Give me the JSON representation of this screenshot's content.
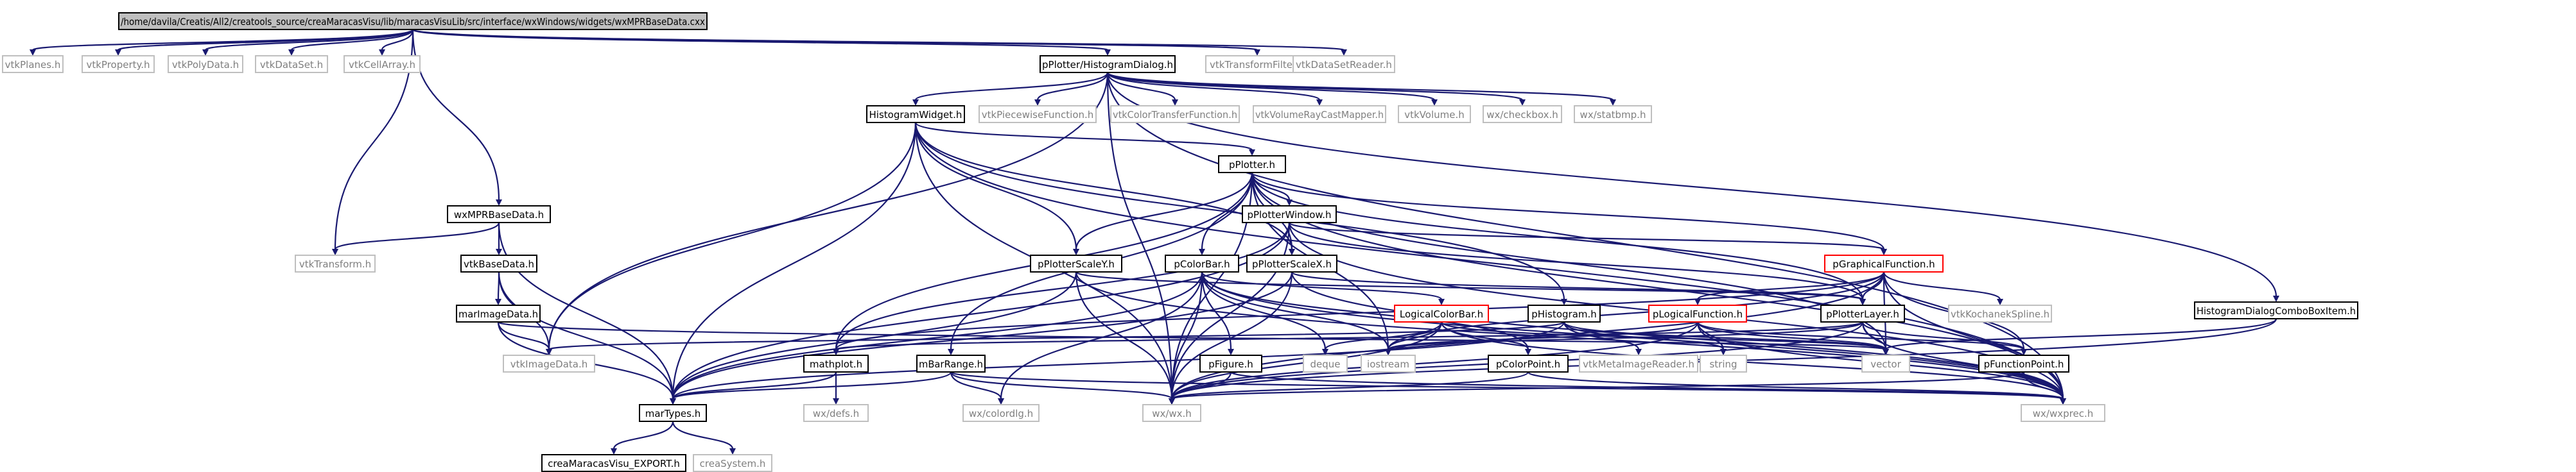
{
  "diagram": {
    "colors": {
      "edge": "#191970",
      "root_fill": "#bfbfbf",
      "node_border": "#000000",
      "missing_border": "#bfbfbf",
      "warn_border": "#ff0000",
      "text": "#000000",
      "missing_text": "#7f7f7f"
    },
    "nodes": [
      {
        "id": "root",
        "label": "/home/davila/Creatis/All2/creatools_source/creaMaracasVisu/lib/maracasVisuLib/src/interface/wxWindows/widgets/wxMPRBaseData.cxx",
        "kind": "root"
      },
      {
        "id": "vtkPlanes",
        "label": "vtkPlanes.h",
        "kind": "missing"
      },
      {
        "id": "vtkProperty",
        "label": "vtkProperty.h",
        "kind": "missing"
      },
      {
        "id": "vtkPolyData",
        "label": "vtkPolyData.h",
        "kind": "missing"
      },
      {
        "id": "vtkDataSet",
        "label": "vtkDataSet.h",
        "kind": "missing"
      },
      {
        "id": "vtkCellArray",
        "label": "vtkCellArray.h",
        "kind": "missing"
      },
      {
        "id": "pPlotterHistogramDialog",
        "label": "pPlotter/HistogramDialog.h",
        "kind": "normal"
      },
      {
        "id": "vtkTransformFilter",
        "label": "vtkTransformFilter.h",
        "kind": "missing"
      },
      {
        "id": "vtkDataSetReader",
        "label": "vtkDataSetReader.h",
        "kind": "missing"
      },
      {
        "id": "HistogramWidget",
        "label": "HistogramWidget.h",
        "kind": "normal"
      },
      {
        "id": "vtkPiecewiseFunction",
        "label": "vtkPiecewiseFunction.h",
        "kind": "missing"
      },
      {
        "id": "vtkColorTransferFunction",
        "label": "vtkColorTransferFunction.h",
        "kind": "missing"
      },
      {
        "id": "vtkVolumeRayCastMapper",
        "label": "vtkVolumeRayCastMapper.h",
        "kind": "missing"
      },
      {
        "id": "vtkVolume",
        "label": "vtkVolume.h",
        "kind": "missing"
      },
      {
        "id": "wxcheckbox",
        "label": "wx/checkbox.h",
        "kind": "missing"
      },
      {
        "id": "wxstatbmp",
        "label": "wx/statbmp.h",
        "kind": "missing"
      },
      {
        "id": "pPlotter",
        "label": "pPlotter.h",
        "kind": "normal"
      },
      {
        "id": "wxMPRBaseData",
        "label": "wxMPRBaseData.h",
        "kind": "normal"
      },
      {
        "id": "pPlotterWindow",
        "label": "pPlotterWindow.h",
        "kind": "normal"
      },
      {
        "id": "vtkTransform",
        "label": "vtkTransform.h",
        "kind": "missing"
      },
      {
        "id": "vtkBaseData",
        "label": "vtkBaseData.h",
        "kind": "normal"
      },
      {
        "id": "pPlotterScaleY",
        "label": "pPlotterScaleY.h",
        "kind": "normal"
      },
      {
        "id": "pColorBar",
        "label": "pColorBar.h",
        "kind": "normal"
      },
      {
        "id": "pPlotterScaleX",
        "label": "pPlotterScaleX.h",
        "kind": "normal"
      },
      {
        "id": "pGraphicalFunction",
        "label": "pGraphicalFunction.h",
        "kind": "warn"
      },
      {
        "id": "HistogramDialogComboBoxItem",
        "label": "HistogramDialogComboBoxItem.h",
        "kind": "normal"
      },
      {
        "id": "LogicalColorBar",
        "label": "LogicalColorBar.h",
        "kind": "warn"
      },
      {
        "id": "pHistogram",
        "label": "pHistogram.h",
        "kind": "normal"
      },
      {
        "id": "pLogicalFunction",
        "label": "pLogicalFunction.h",
        "kind": "warn"
      },
      {
        "id": "pPlotterLayer",
        "label": "pPlotterLayer.h",
        "kind": "normal"
      },
      {
        "id": "vtkKochanekSpline",
        "label": "vtkKochanekSpline.h",
        "kind": "missing"
      },
      {
        "id": "marImageData",
        "label": "marImageData.h",
        "kind": "normal"
      },
      {
        "id": "vtkImageData",
        "label": "vtkImageData.h",
        "kind": "missing"
      },
      {
        "id": "mathplot",
        "label": "mathplot.h",
        "kind": "normal"
      },
      {
        "id": "mBarRange",
        "label": "mBarRange.h",
        "kind": "normal"
      },
      {
        "id": "pFigure",
        "label": "pFigure.h",
        "kind": "normal"
      },
      {
        "id": "deque",
        "label": "deque",
        "kind": "missing"
      },
      {
        "id": "iostream",
        "label": "iostream",
        "kind": "missing"
      },
      {
        "id": "pColorPoint",
        "label": "pColorPoint.h",
        "kind": "normal"
      },
      {
        "id": "vtkMetaImageReader",
        "label": "vtkMetaImageReader.h",
        "kind": "missing"
      },
      {
        "id": "string",
        "label": "string",
        "kind": "missing"
      },
      {
        "id": "vector",
        "label": "vector",
        "kind": "missing"
      },
      {
        "id": "pFunctionPoint",
        "label": "pFunctionPoint.h",
        "kind": "normal"
      },
      {
        "id": "marTypes",
        "label": "marTypes.h",
        "kind": "normal"
      },
      {
        "id": "wxdefs",
        "label": "wx/defs.h",
        "kind": "missing"
      },
      {
        "id": "wxcolordlg",
        "label": "wx/colordlg.h",
        "kind": "missing"
      },
      {
        "id": "wxwx",
        "label": "wx/wx.h",
        "kind": "missing"
      },
      {
        "id": "wxwxprec",
        "label": "wx/wxprec.h",
        "kind": "missing"
      },
      {
        "id": "creaMaracasVisu_EXPORT",
        "label": "creaMaracasVisu_EXPORT.h",
        "kind": "normal"
      },
      {
        "id": "creaSystem",
        "label": "creaSystem.h",
        "kind": "missing"
      }
    ],
    "edges": [
      [
        "root",
        "vtkPlanes"
      ],
      [
        "root",
        "vtkProperty"
      ],
      [
        "root",
        "vtkPolyData"
      ],
      [
        "root",
        "vtkDataSet"
      ],
      [
        "root",
        "vtkCellArray"
      ],
      [
        "root",
        "pPlotterHistogramDialog"
      ],
      [
        "root",
        "vtkTransformFilter"
      ],
      [
        "root",
        "vtkDataSetReader"
      ],
      [
        "root",
        "wxMPRBaseData"
      ],
      [
        "root",
        "vtkTransform"
      ],
      [
        "pPlotterHistogramDialog",
        "HistogramWidget"
      ],
      [
        "pPlotterHistogramDialog",
        "vtkPiecewiseFunction"
      ],
      [
        "pPlotterHistogramDialog",
        "vtkColorTransferFunction"
      ],
      [
        "pPlotterHistogramDialog",
        "vtkVolumeRayCastMapper"
      ],
      [
        "pPlotterHistogramDialog",
        "vtkVolume"
      ],
      [
        "pPlotterHistogramDialog",
        "wxcheckbox"
      ],
      [
        "pPlotterHistogramDialog",
        "wxstatbmp"
      ],
      [
        "pPlotterHistogramDialog",
        "HistogramDialogComboBoxItem"
      ],
      [
        "pPlotterHistogramDialog",
        "vtkImageData"
      ],
      [
        "pPlotterHistogramDialog",
        "wxwx"
      ],
      [
        "pPlotterHistogramDialog",
        "wxwxprec"
      ],
      [
        "HistogramWidget",
        "pPlotter"
      ],
      [
        "HistogramWidget",
        "pHistogram"
      ],
      [
        "HistogramWidget",
        "vtkImageData"
      ],
      [
        "HistogramWidget",
        "marTypes"
      ],
      [
        "HistogramWidget",
        "pPlotterScaleY"
      ],
      [
        "HistogramWidget",
        "pPlotterScaleX"
      ],
      [
        "HistogramWidget",
        "wxwx"
      ],
      [
        "HistogramWidget",
        "wxwxprec"
      ],
      [
        "pPlotter",
        "pPlotterWindow"
      ],
      [
        "pPlotter",
        "pColorBar"
      ],
      [
        "pPlotter",
        "pPlotterScaleY"
      ],
      [
        "pPlotter",
        "pPlotterScaleX"
      ],
      [
        "pPlotter",
        "pGraphicalFunction"
      ],
      [
        "pPlotter",
        "mathplot"
      ],
      [
        "pPlotter",
        "mBarRange"
      ],
      [
        "pPlotter",
        "iostream"
      ],
      [
        "pPlotter",
        "wxwx"
      ],
      [
        "pPlotter",
        "wxwxprec"
      ],
      [
        "pPlotter",
        "pPlotterLayer"
      ],
      [
        "pPlotter",
        "vector"
      ],
      [
        "pPlotterWindow",
        "pPlotterLayer"
      ],
      [
        "pPlotterWindow",
        "mathplot"
      ],
      [
        "pPlotterWindow",
        "pGraphicalFunction"
      ],
      [
        "pPlotterWindow",
        "wxwx"
      ],
      [
        "pPlotterWindow",
        "wxwxprec"
      ],
      [
        "pPlotterWindow",
        "marTypes"
      ],
      [
        "wxMPRBaseData",
        "vtkBaseData"
      ],
      [
        "wxMPRBaseData",
        "vtkTransform"
      ],
      [
        "wxMPRBaseData",
        "marTypes"
      ],
      [
        "vtkBaseData",
        "marImageData"
      ],
      [
        "vtkBaseData",
        "vtkImageData"
      ],
      [
        "vtkBaseData",
        "marTypes"
      ],
      [
        "marImageData",
        "vtkImageData"
      ],
      [
        "marImageData",
        "marTypes"
      ],
      [
        "marImageData",
        "vector"
      ],
      [
        "pPlotterScaleY",
        "pPlotterLayer"
      ],
      [
        "pPlotterScaleY",
        "marTypes"
      ],
      [
        "pPlotterScaleY",
        "wxwx"
      ],
      [
        "pPlotterScaleY",
        "wxwxprec"
      ],
      [
        "pPlotterScaleX",
        "pPlotterLayer"
      ],
      [
        "pPlotterScaleX",
        "marTypes"
      ],
      [
        "pPlotterScaleX",
        "wxwx"
      ],
      [
        "pPlotterScaleX",
        "wxwxprec"
      ],
      [
        "pColorBar",
        "LogicalColorBar"
      ],
      [
        "pColorBar",
        "pFigure"
      ],
      [
        "pColorBar",
        "deque"
      ],
      [
        "pColorBar",
        "iostream"
      ],
      [
        "pColorBar",
        "pColorPoint"
      ],
      [
        "pColorBar",
        "marTypes"
      ],
      [
        "pColorBar",
        "wxcolordlg"
      ],
      [
        "pColorBar",
        "wxwx"
      ],
      [
        "pColorBar",
        "wxwxprec"
      ],
      [
        "pGraphicalFunction",
        "pLogicalFunction"
      ],
      [
        "pGraphicalFunction",
        "pPlotterLayer"
      ],
      [
        "pGraphicalFunction",
        "vtkKochanekSpline"
      ],
      [
        "pGraphicalFunction",
        "vector"
      ],
      [
        "pGraphicalFunction",
        "pFunctionPoint"
      ],
      [
        "pGraphicalFunction",
        "wxwx"
      ],
      [
        "pGraphicalFunction",
        "wxwxprec"
      ],
      [
        "pGraphicalFunction",
        "mathplot"
      ],
      [
        "pGraphicalFunction",
        "iostream"
      ],
      [
        "HistogramDialogComboBoxItem",
        "vector"
      ],
      [
        "HistogramDialogComboBoxItem",
        "wxwx"
      ],
      [
        "LogicalColorBar",
        "pColorPoint"
      ],
      [
        "LogicalColorBar",
        "deque"
      ],
      [
        "LogicalColorBar",
        "iostream"
      ],
      [
        "LogicalColorBar",
        "vector"
      ],
      [
        "LogicalColorBar",
        "wxwx"
      ],
      [
        "LogicalColorBar",
        "wxwxprec"
      ],
      [
        "pHistogram",
        "vtkImageData"
      ],
      [
        "pHistogram",
        "vtkMetaImageReader"
      ],
      [
        "pHistogram",
        "string"
      ],
      [
        "pHistogram",
        "vector"
      ],
      [
        "pHistogram",
        "marTypes"
      ],
      [
        "pLogicalFunction",
        "pFunctionPoint"
      ],
      [
        "pLogicalFunction",
        "iostream"
      ],
      [
        "pLogicalFunction",
        "string"
      ],
      [
        "pLogicalFunction",
        "vector"
      ],
      [
        "pLogicalFunction",
        "wxwx"
      ],
      [
        "pLogicalFunction",
        "wxwxprec"
      ],
      [
        "pPlotterLayer",
        "mathplot"
      ],
      [
        "pPlotterLayer",
        "pFunctionPoint"
      ],
      [
        "pPlotterLayer",
        "vector"
      ],
      [
        "pPlotterLayer",
        "wxwx"
      ],
      [
        "pPlotterLayer",
        "wxwxprec"
      ],
      [
        "pPlotterLayer",
        "iostream"
      ],
      [
        "mathplot",
        "wxdefs"
      ],
      [
        "mathplot",
        "marTypes"
      ],
      [
        "mBarRange",
        "wxcolordlg"
      ],
      [
        "mBarRange",
        "wxwx"
      ],
      [
        "mBarRange",
        "wxwxprec"
      ],
      [
        "mBarRange",
        "marTypes"
      ],
      [
        "pFigure",
        "wxwx"
      ],
      [
        "pFigure",
        "wxwxprec"
      ],
      [
        "pColorPoint",
        "wxwx"
      ],
      [
        "pColorPoint",
        "wxwxprec"
      ],
      [
        "pFunctionPoint",
        "wxwx"
      ],
      [
        "pFunctionPoint",
        "wxwxprec"
      ],
      [
        "marTypes",
        "creaMaracasVisu_EXPORT"
      ],
      [
        "marTypes",
        "creaSystem"
      ]
    ]
  }
}
